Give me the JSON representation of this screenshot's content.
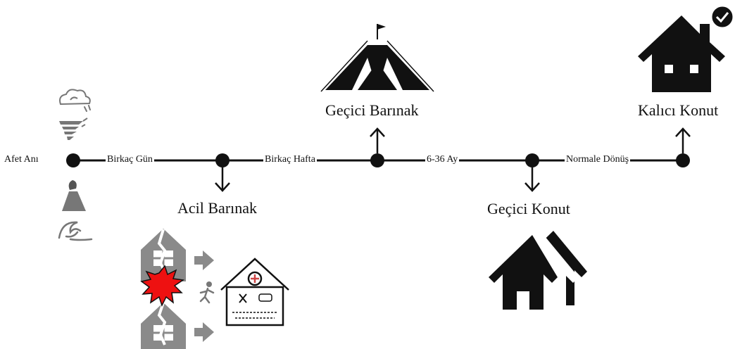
{
  "timeline": {
    "start_label": "Afet Anı",
    "segments": [
      "Birkaç Gün",
      "Birkaç Hafta",
      "6-36 Ay",
      "Normale Dönüş"
    ],
    "stages": [
      {
        "label": "Acil Barınak"
      },
      {
        "label": "Geçici Barınak"
      },
      {
        "label": "Geçici Konut"
      },
      {
        "label": "Kalıcı Konut"
      }
    ]
  },
  "icons": {
    "hazards": [
      "storm-cloud-icon",
      "tornado-icon",
      "volcano-icon",
      "tsunami-wave-icon"
    ],
    "emergency": [
      "damaged-house-icon",
      "explosion-icon",
      "running-person-icon",
      "arrow-right-icon",
      "shelter-building-icon"
    ],
    "temporary_shelter": "tent-icon",
    "temporary_housing": "houses-icon",
    "permanent_housing": "house-check-icon"
  },
  "colors": {
    "line": "#111111",
    "hazard_gray": "#777777",
    "damaged_house": "#8a8a8a",
    "explosion": "#ee1111"
  }
}
